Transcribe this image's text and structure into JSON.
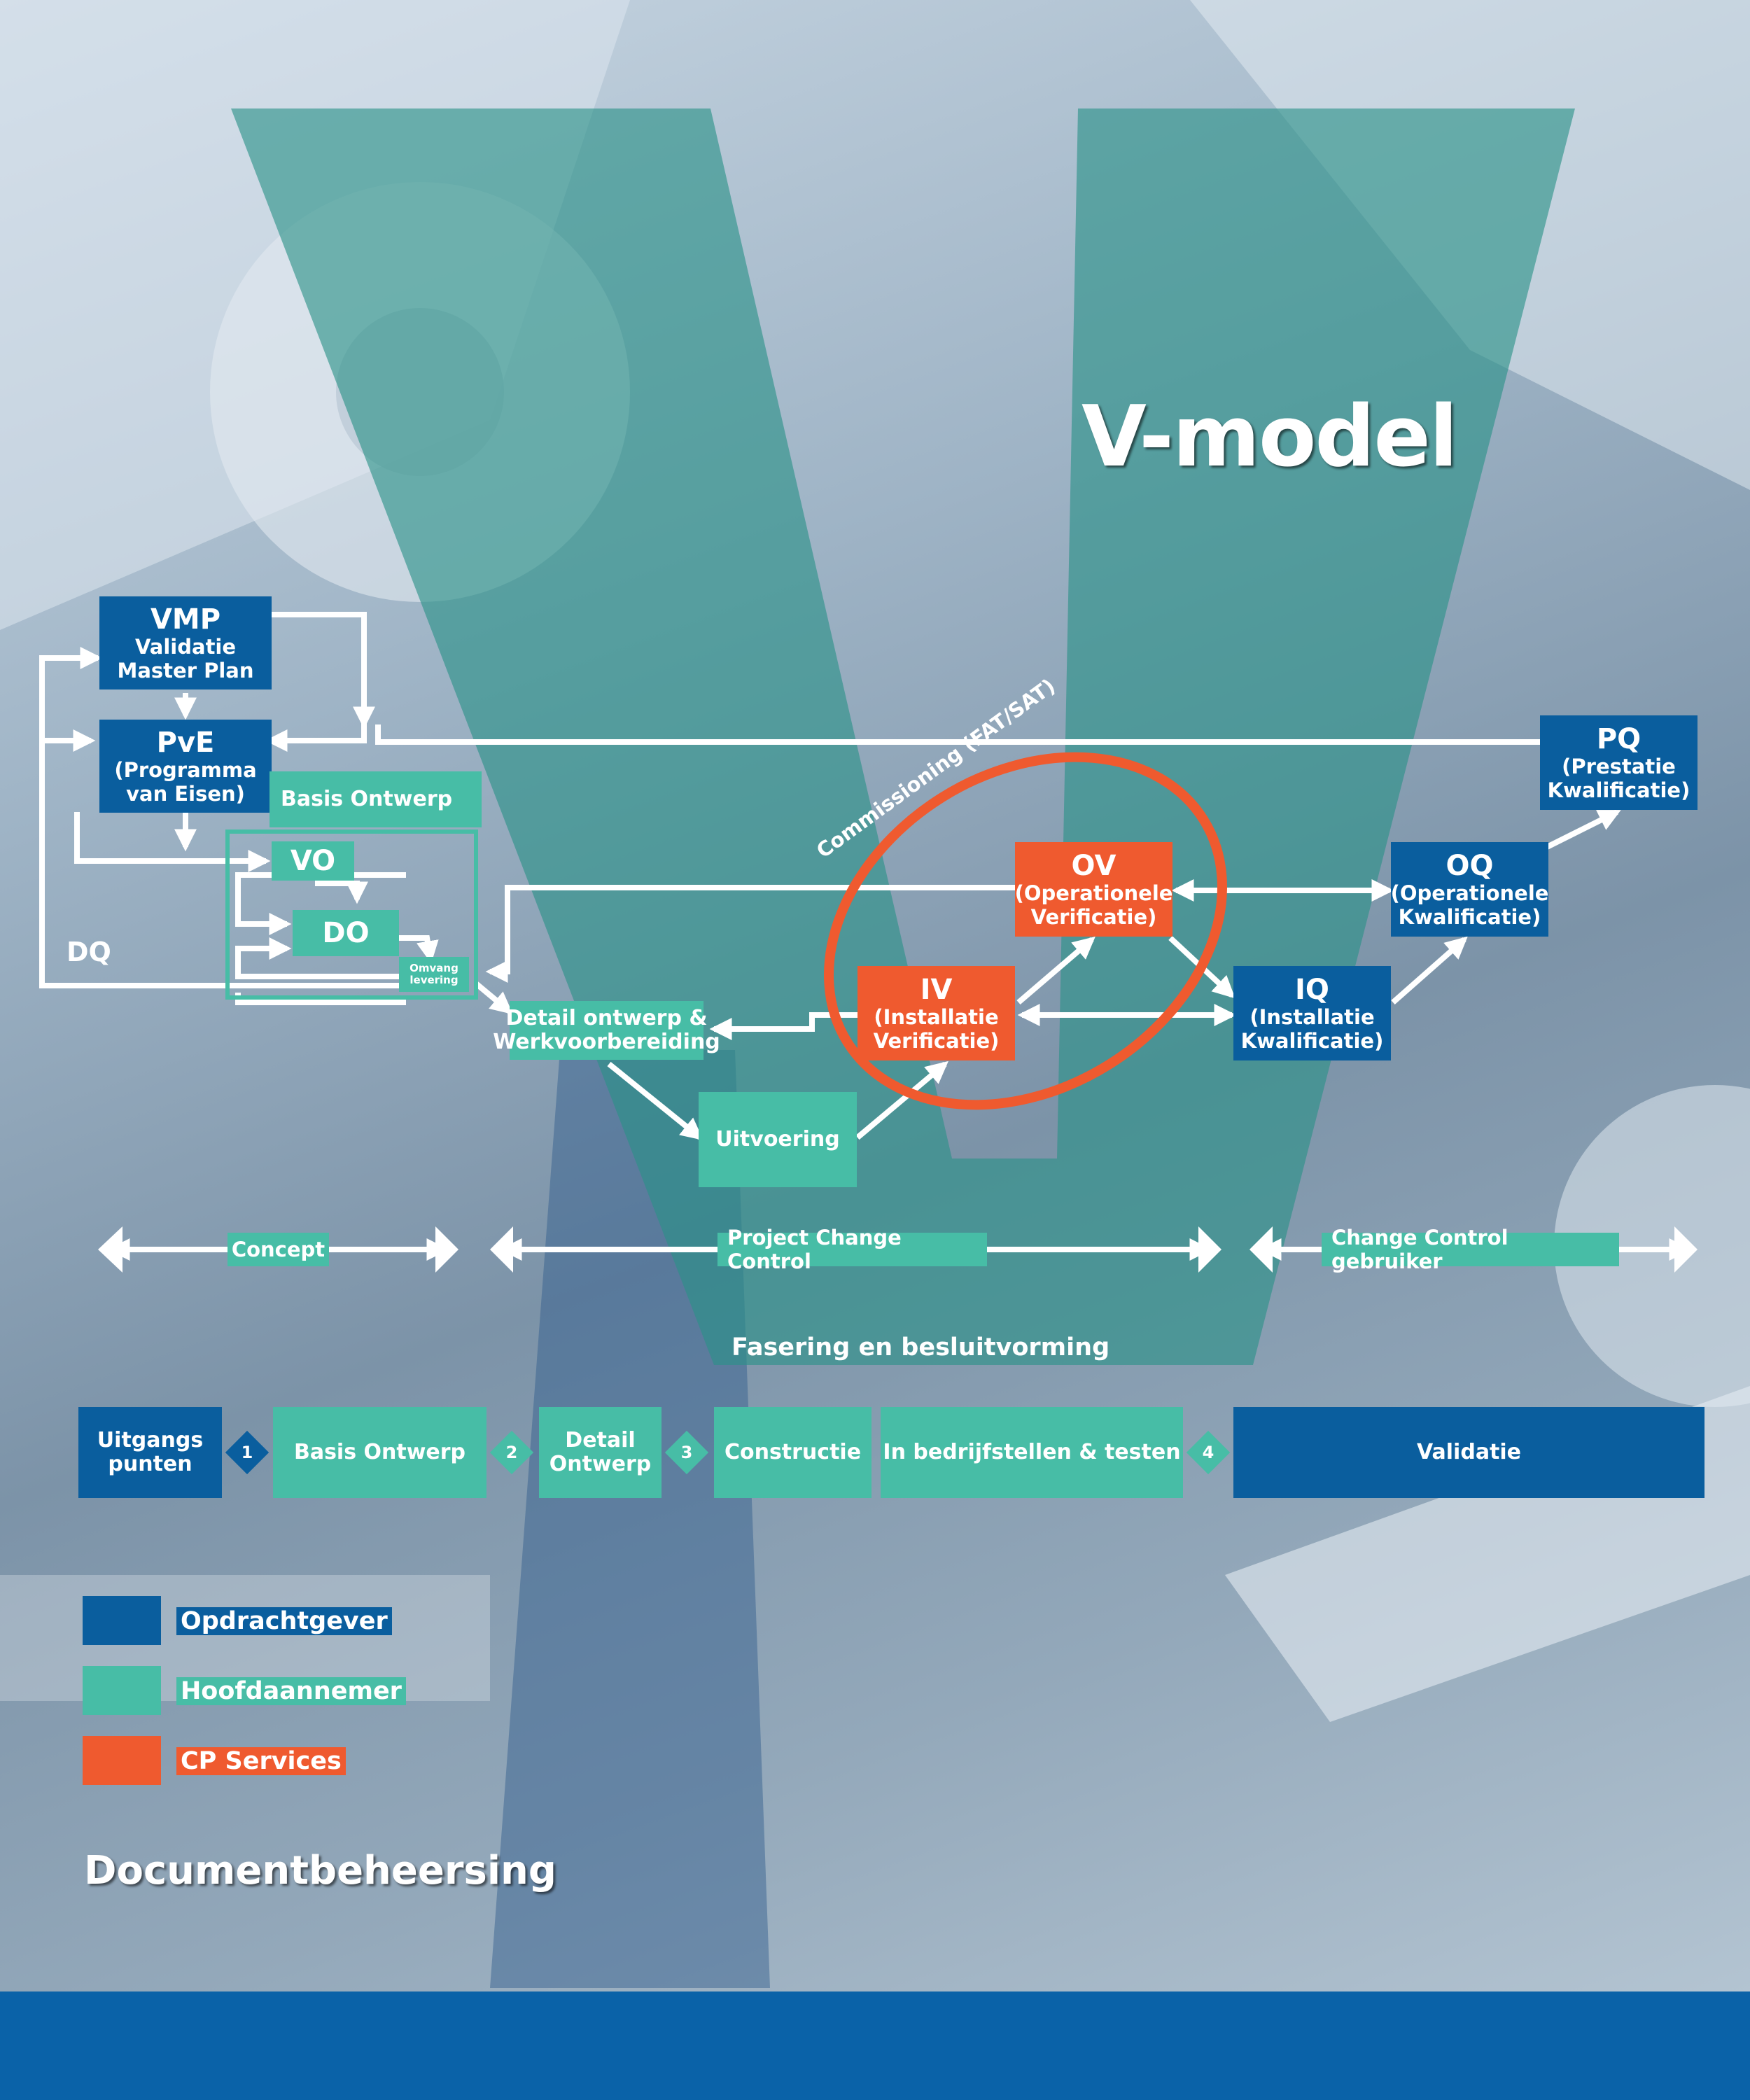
{
  "title": "V-model",
  "colors": {
    "opdrachtgever": "#0a5e9e",
    "hoofdaannemer": "#47bda6",
    "cp_services": "#ef5a2f",
    "bar": "#0a62a8"
  },
  "nodes": {
    "vmp": {
      "title": "VMP",
      "sub": "Validatie Master Plan"
    },
    "pve": {
      "title": "PvE",
      "sub": "(Programma van Eisen)"
    },
    "basis_ontwerp": "Basis Ontwerp",
    "vo": "VO",
    "do": "DO",
    "omvang": "Omvang levering",
    "dq": "DQ",
    "detail": "Detail ontwerp & Werkvoorbereiding",
    "uitvoering": "Uitvoering",
    "iv": {
      "title": "IV",
      "sub": "(Installatie Verificatie)"
    },
    "ov": {
      "title": "OV",
      "sub": "(Operationele Verificatie)"
    },
    "commissioning": "Commissioning (FAT/SAT)",
    "iq": {
      "title": "IQ",
      "sub": "(Installatie Kwalificatie)"
    },
    "oq": {
      "title": "OQ",
      "sub": "(Operationele Kwalificatie)"
    },
    "pq": {
      "title": "PQ",
      "sub": "(Prestatie Kwalificatie)"
    }
  },
  "timeline": {
    "concept": "Concept",
    "pcc": "Project Change Control",
    "ccg": "Change Control gebruiker"
  },
  "fasering": {
    "title": "Fasering en besluitvorming",
    "phases": [
      "Uitgangs punten",
      "Basis Ontwerp",
      "Detail Ontwerp",
      "Constructie",
      "In bedrijfstellen & testen",
      "Validatie"
    ],
    "gates": [
      "1",
      "2",
      "3",
      "4"
    ]
  },
  "legend": [
    {
      "label": "Opdrachtgever",
      "color": "#0a5e9e"
    },
    {
      "label": "Hoofdaannemer",
      "color": "#47bda6"
    },
    {
      "label": "CP Services",
      "color": "#ef5a2f"
    }
  ],
  "footer_heading": "Documentbeheersing"
}
